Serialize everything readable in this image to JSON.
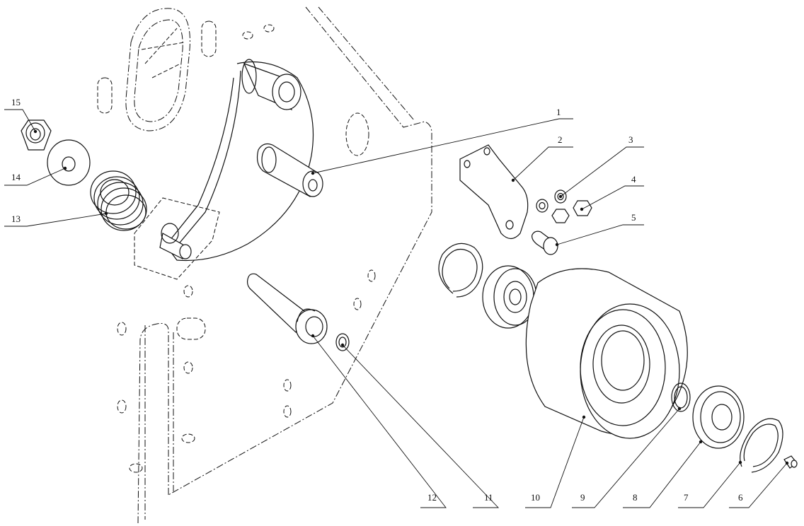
{
  "diagram": {
    "type": "exploded-assembly-drawing",
    "callouts": [
      {
        "id": "c1",
        "label": "1",
        "part": "pivot-shaft"
      },
      {
        "id": "c2",
        "label": "2",
        "part": "bracket"
      },
      {
        "id": "c3",
        "label": "3",
        "part": "washer"
      },
      {
        "id": "c4",
        "label": "4",
        "part": "hex-nut"
      },
      {
        "id": "c5",
        "label": "5",
        "part": "flange-bolt"
      },
      {
        "id": "c6",
        "label": "6",
        "part": "grease-nipple"
      },
      {
        "id": "c7",
        "label": "7",
        "part": "retaining-ring"
      },
      {
        "id": "c8",
        "label": "8",
        "part": "ball-bearing"
      },
      {
        "id": "c9",
        "label": "9",
        "part": "small-circlip"
      },
      {
        "id": "c10",
        "label": "10",
        "part": "idler-pulley"
      },
      {
        "id": "c11",
        "label": "11",
        "part": "e-clip"
      },
      {
        "id": "c12",
        "label": "12",
        "part": "eye-bolt"
      },
      {
        "id": "c13",
        "label": "13",
        "part": "compression-spring"
      },
      {
        "id": "c14",
        "label": "14",
        "part": "flat-washer"
      },
      {
        "id": "c15",
        "label": "15",
        "part": "lock-nut"
      }
    ]
  }
}
